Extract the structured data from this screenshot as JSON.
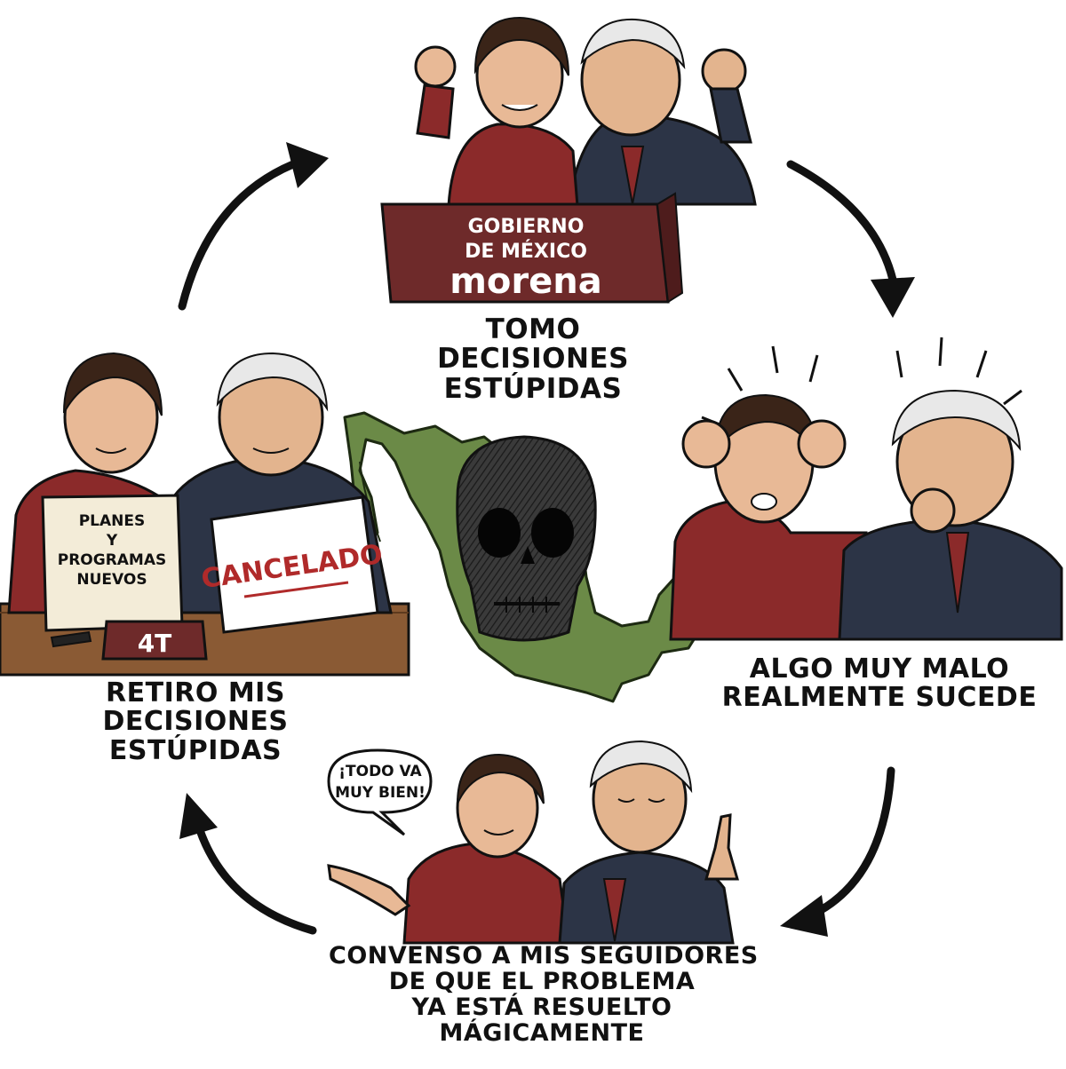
{
  "colors": {
    "maroon": "#6e2a2a",
    "jacket_red": "#8b2a2a",
    "suit_navy": "#2c3446",
    "map_green": "#6b8a47",
    "skull_dark": "#2a2a2a",
    "paper": "#f3ecd8",
    "desk_wood": "#8a5a34",
    "stamp_red": "#b02a2a",
    "ink": "#111111"
  },
  "cycle": {
    "top": {
      "podium_line1": "GOBIERNO",
      "podium_line2": "DE MÉXICO",
      "podium_brand": "morena",
      "caption": [
        "TOMO",
        "DECISIONES",
        "ESTÚPIDAS"
      ]
    },
    "right": {
      "caption": [
        "ALGO MUY MALO",
        "REALMENTE SUCEDE"
      ]
    },
    "bottom": {
      "speech_bubble": [
        "¡TODO VA",
        "MUY BIEN!"
      ],
      "caption": [
        "CONVENSO A MIS SEGUIDORES",
        "DE QUE EL PROBLEMA",
        "YA ESTÁ RESUELTO",
        "MÁGICAMENTE"
      ]
    },
    "left": {
      "sign_plans": [
        "PLANES",
        "Y",
        "PROGRAMAS",
        "NUEVOS"
      ],
      "sign_cancel": "CANCELADO",
      "desk_plate": "4T",
      "caption": [
        "RETIRO MIS",
        "DECISIONES",
        "ESTÚPIDAS"
      ]
    }
  },
  "icons": {
    "center": "mexico-map-with-skull",
    "arrows": "cycle-arrow-clockwise"
  }
}
